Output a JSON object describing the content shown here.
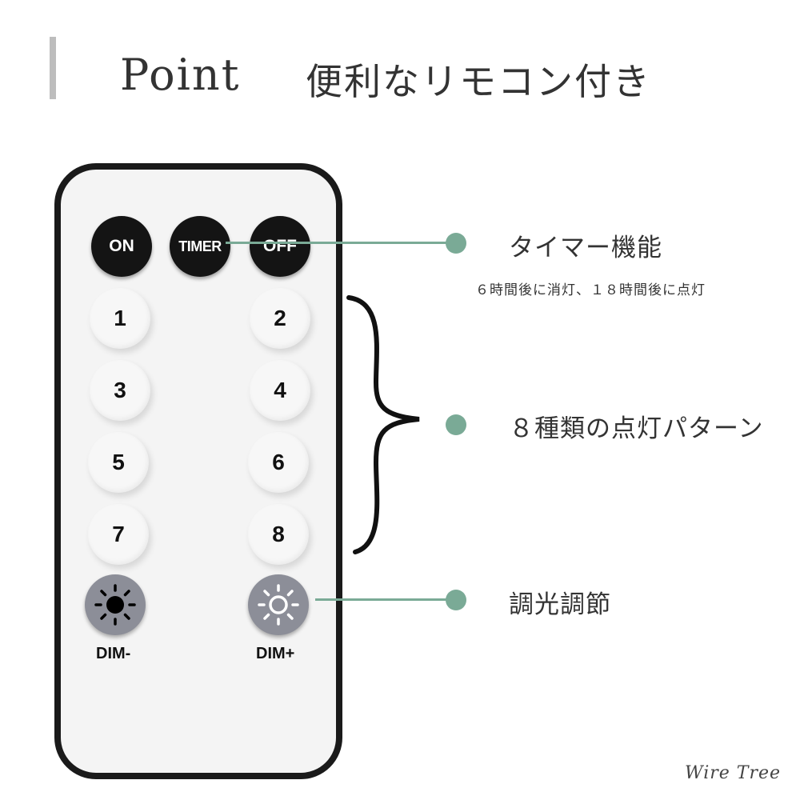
{
  "header": {
    "title_en": "Point",
    "title_jp": "便利なリモコン付き"
  },
  "remote": {
    "top_buttons": [
      "ON",
      "TIMER",
      "OFF"
    ],
    "number_buttons": [
      "1",
      "2",
      "3",
      "4",
      "5",
      "6",
      "7",
      "8"
    ],
    "dim_minus_label": "DIM-",
    "dim_plus_label": "DIM+"
  },
  "callouts": {
    "timer": {
      "title": "タイマー機能",
      "subtitle": "６時間後に消灯、１８時間後に点灯"
    },
    "patterns": {
      "title": "８種類の点灯パターン"
    },
    "dimming": {
      "title": "調光調節"
    }
  },
  "watermark": "Wire Tree",
  "colors": {
    "accent_green": "#7aaa96",
    "remote_body": "#f4f4f4",
    "remote_border": "#1a1a1a",
    "dark_button": "#141414",
    "dim_button": "#8c8e98"
  },
  "icons": [
    "sun-dark-icon",
    "sun-outline-icon",
    "curly-brace-icon"
  ]
}
